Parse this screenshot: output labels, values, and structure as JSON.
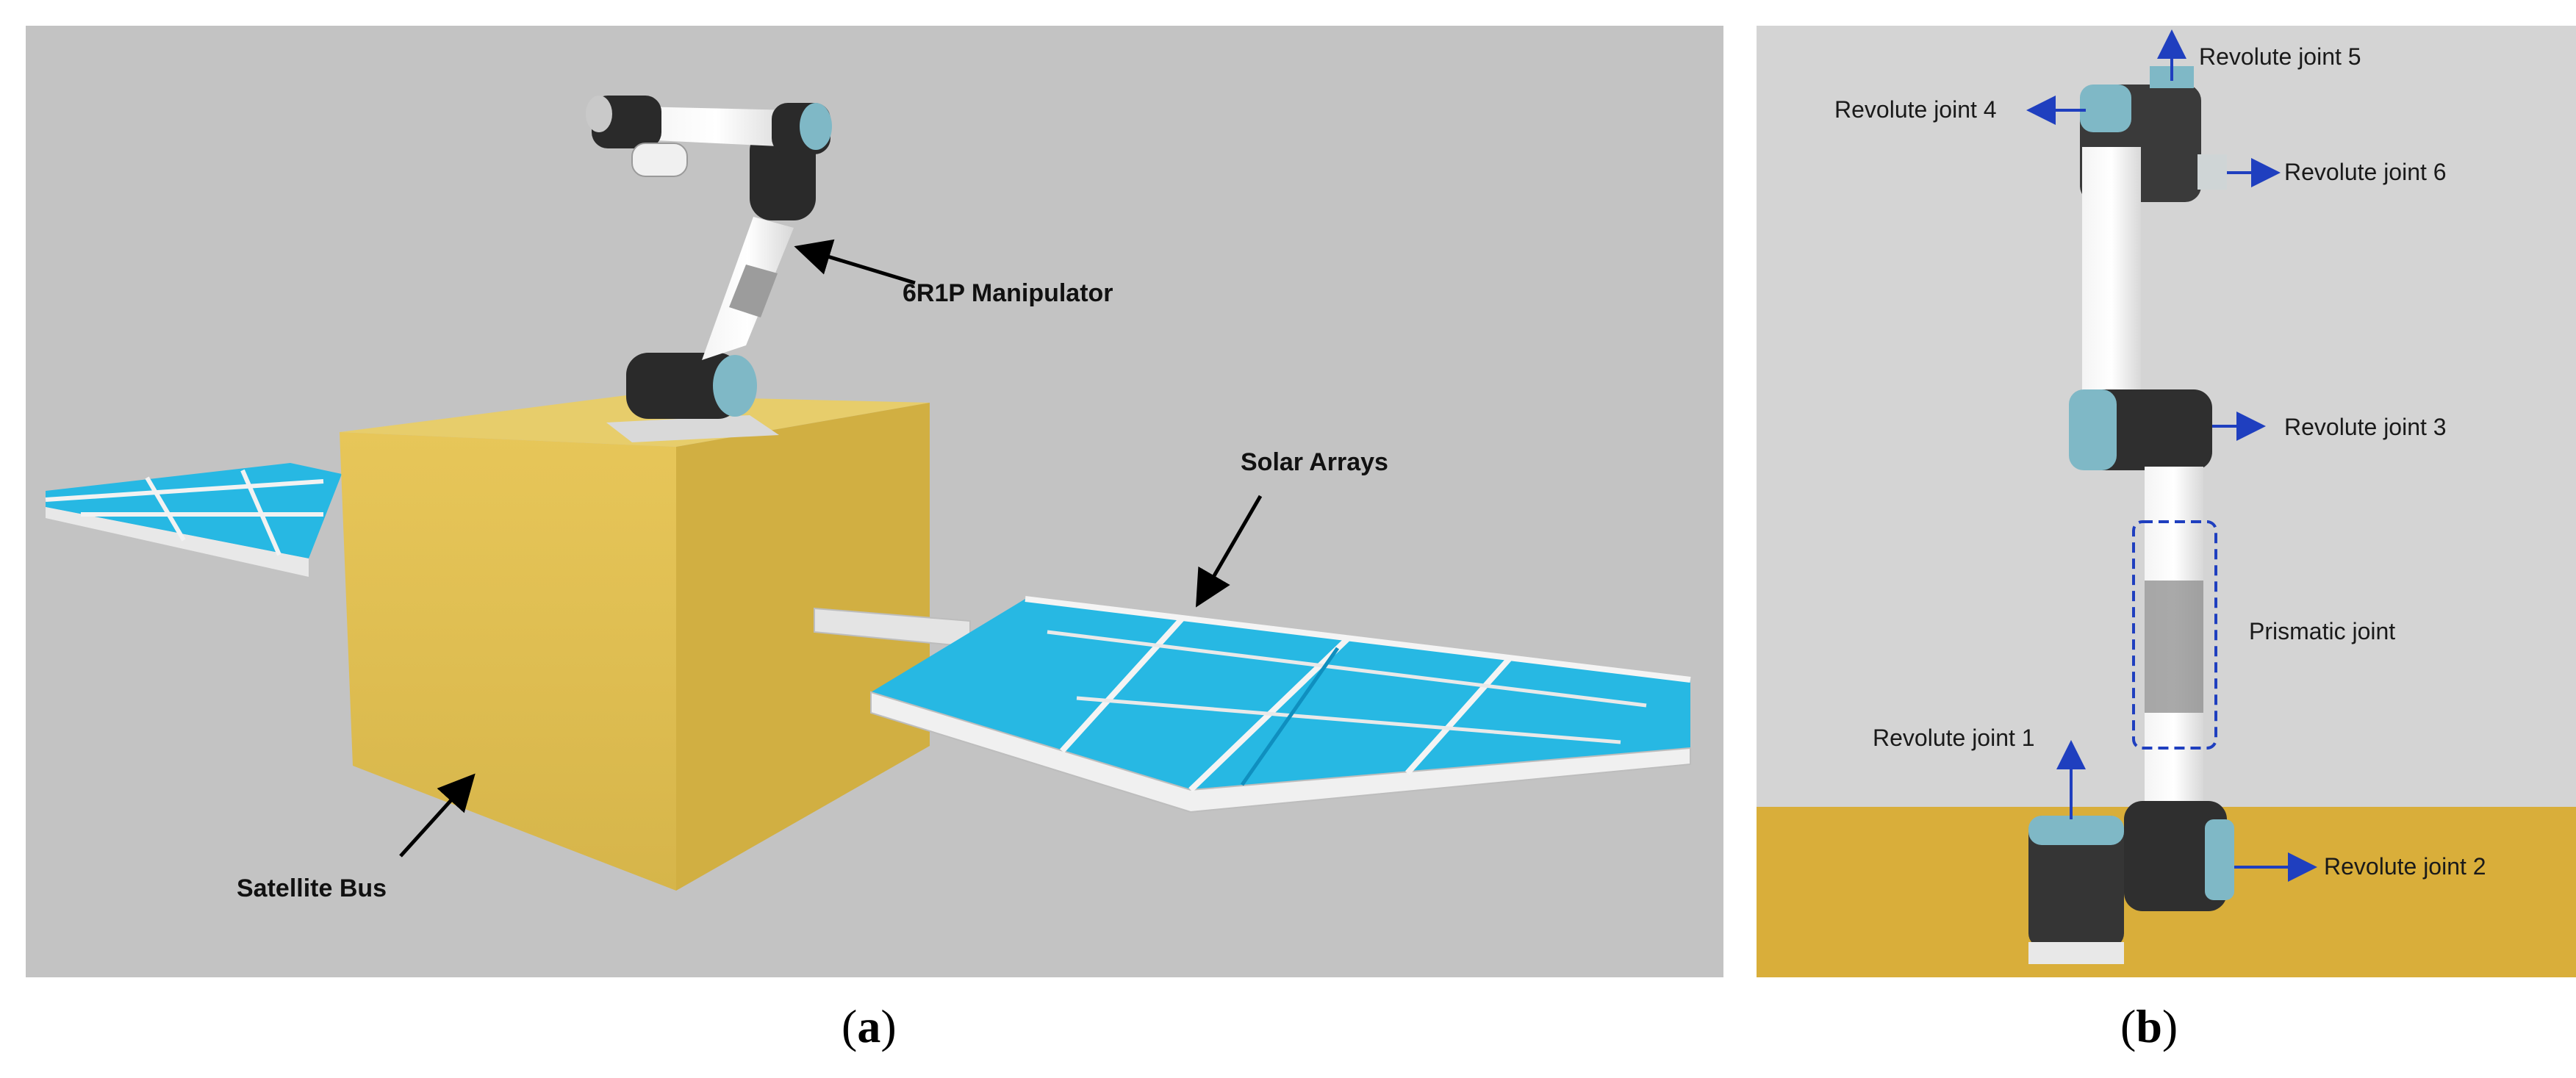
{
  "panel_a": {
    "labels": {
      "manipulator": "6R1P Manipulator",
      "solar_arrays": "Solar Arrays",
      "satellite_bus": "Satellite Bus"
    },
    "caption": {
      "open": "(",
      "letter": "a",
      "close": ")"
    }
  },
  "panel_b": {
    "labels": {
      "joint5": "Revolute joint 5",
      "joint4": "Revolute joint 4",
      "joint6": "Revolute joint 6",
      "joint3": "Revolute joint 3",
      "prismatic": "Prismatic joint",
      "joint1": "Revolute joint 1",
      "joint2": "Revolute joint 2"
    },
    "caption": {
      "open": "(",
      "letter": "b",
      "close": ")"
    }
  },
  "colors": {
    "background_a": "#c3c3c3",
    "background_b": "#d4d4d4",
    "bus_yellow": "#dcbb4c",
    "solar_blue": "#27b8e3",
    "arrow_blue": "#1f3fbf"
  }
}
